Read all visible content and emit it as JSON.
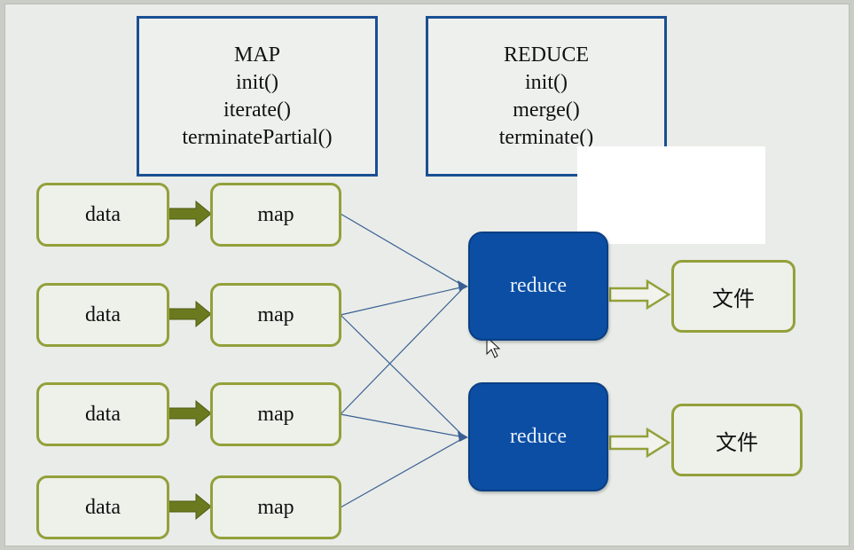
{
  "map_box": {
    "lines": [
      "MAP",
      "init()",
      "iterate()",
      "terminatePartial()"
    ]
  },
  "reduce_box": {
    "lines": [
      "REDUCE",
      "init()",
      "merge()",
      "terminate()"
    ]
  },
  "data_nodes": [
    "data",
    "data",
    "data",
    "data"
  ],
  "map_nodes": [
    "map",
    "map",
    "map",
    "map"
  ],
  "reduce_nodes": [
    "reduce",
    "reduce"
  ],
  "file_nodes": [
    "文件",
    "文件"
  ],
  "colors": {
    "info_border": "#1a4f93",
    "node_border": "#93a03a",
    "arrow_fill": "#6b7a1e",
    "reduce_fill": "#0b4ea4",
    "connector": "#3a5f93"
  }
}
